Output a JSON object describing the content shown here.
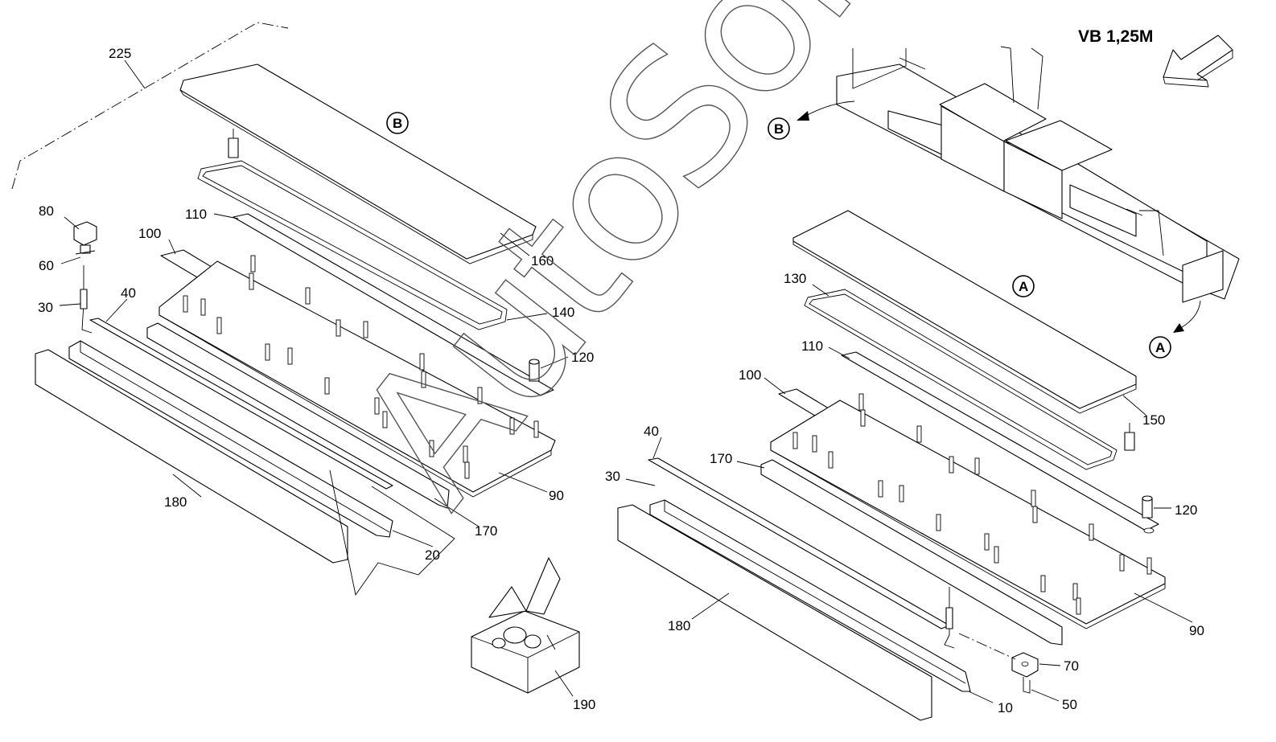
{
  "title": "VB 1,25M",
  "watermark": "AutoSoft",
  "view_markers": {
    "a": "A",
    "b": "B"
  },
  "left_assembly": {
    "labels": {
      "p225": "225",
      "p80": "80",
      "p60": "60",
      "p30": "30",
      "p40": "40",
      "p100": "100",
      "p110": "110",
      "p160": "160",
      "p140": "140",
      "p120": "120",
      "p90": "90",
      "p170": "170",
      "p20": "20",
      "p180": "180"
    }
  },
  "right_assembly": {
    "labels": {
      "p130": "130",
      "p110": "110",
      "p100": "100",
      "p150": "150",
      "p40": "40",
      "p170": "170",
      "p30": "30",
      "p120": "120",
      "p180": "180",
      "p90": "90",
      "p70": "70",
      "p10": "10",
      "p50": "50"
    }
  },
  "kit": {
    "label": "190"
  }
}
